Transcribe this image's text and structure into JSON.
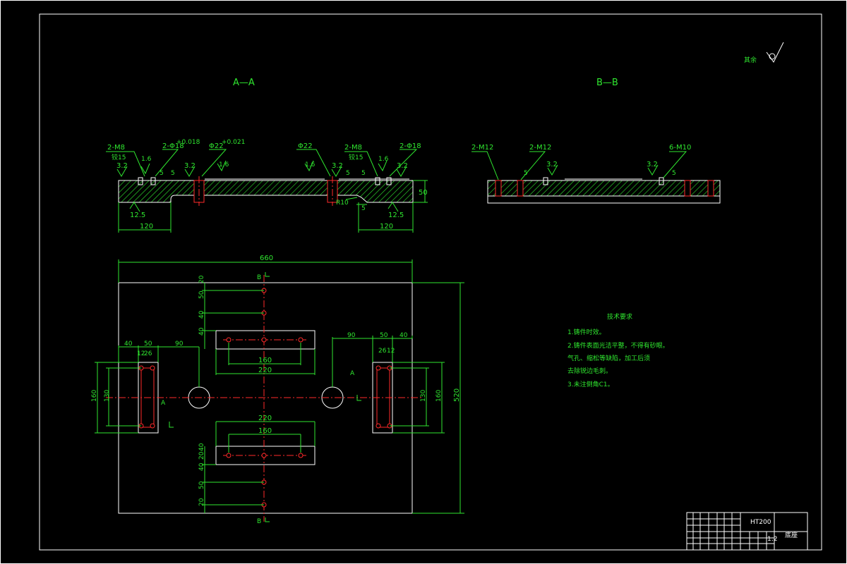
{
  "views": {
    "section_a": "A—A",
    "section_b": "B—B",
    "cut_a": "A",
    "cut_b": "B"
  },
  "surface_note": "其余",
  "callouts_a": {
    "m8_left": "2-M8",
    "m8_left_sub": "铰15",
    "d18_left": "2-Φ18",
    "d18_tol": "+0.018",
    "d22_left": "Φ22",
    "d22_tol": "+0.021",
    "d22_right": "Φ22",
    "m8_right": "2-M8",
    "m8_right_sub": "铰15",
    "d18_right": "2-Φ18"
  },
  "callouts_b": {
    "m12_a": "2-M12",
    "m12_b": "2-M12",
    "m10": "6-M10"
  },
  "roughness": {
    "r32": "3.2",
    "r16": "1.6",
    "r125": "12.5"
  },
  "dims_a": {
    "five": "5",
    "height": "50",
    "left_len": "120",
    "right_len": "120",
    "fillet": "R10"
  },
  "dims_plan": {
    "overall_w": "660",
    "overall_h": "520",
    "slot_len": "220",
    "slot_hole": "160",
    "side_offset": "90",
    "side_w": "50",
    "side_edge": "40",
    "side_h": "160",
    "side_holes": "130",
    "pitch_12": "12",
    "pitch_26": "26",
    "d20": "20",
    "d50": "50",
    "d40": "40"
  },
  "notes": {
    "heading": "技术要求",
    "items": [
      "1.铸件时效。",
      "2.铸件表面光洁平整，不得有砂眼。",
      "气孔、缩松等缺陷，加工后须",
      "去除锐边毛刺。",
      "3.未注倒角C1。"
    ]
  },
  "title_block": {
    "material": "HT200",
    "part_name": "底座",
    "scale_hint": "1:2"
  }
}
